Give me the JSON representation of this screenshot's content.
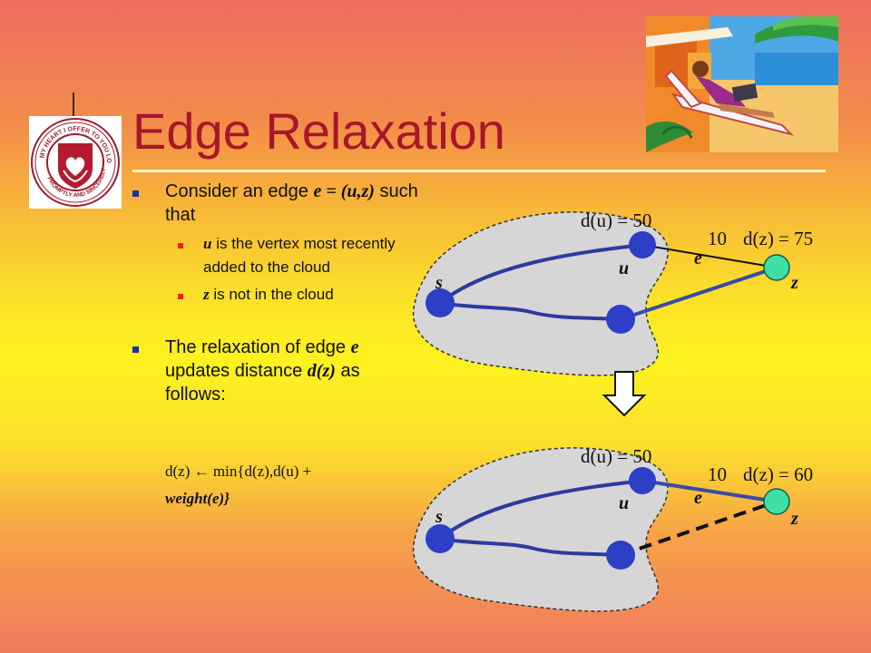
{
  "slide": {
    "title": "Edge Relaxation",
    "logo_text": "MY HEART I OFFER TO YOU LORD · PROMPTLY AND SINCERELY",
    "colors": {
      "title": "#a8162a",
      "node_blue": "#2c3fc6",
      "node_green": "#3ee0a6",
      "edge": "#2d3a9e",
      "cloud": "#d9d9d9"
    }
  },
  "bullets": [
    {
      "pre": "Consider an edge ",
      "math": "e = (u,z)",
      "post": " such that",
      "sub": [
        {
          "math": "u",
          "text": " is the vertex most recently added to the cloud"
        },
        {
          "math": "z",
          "text": " is not in the cloud"
        }
      ]
    },
    {
      "pre": "The relaxation of edge ",
      "math": "e",
      "mid": " updates distance ",
      "math2": "d(z)",
      "post": " as follows:"
    }
  ],
  "formula": {
    "line1": "d(z) ← min{d(z),d(u) +",
    "line2": "weight(e)}"
  },
  "diagram_top": {
    "du_label": "d(u) = 50",
    "weight": "10",
    "dz_label": "d(z) = 75",
    "u": "u",
    "e": "e",
    "s": "s",
    "z": "z"
  },
  "diagram_bottom": {
    "du_label": "d(u) = 50",
    "weight": "10",
    "dz_label": "d(z) = 60",
    "u": "u",
    "e": "e",
    "s": "s",
    "z": "z"
  }
}
